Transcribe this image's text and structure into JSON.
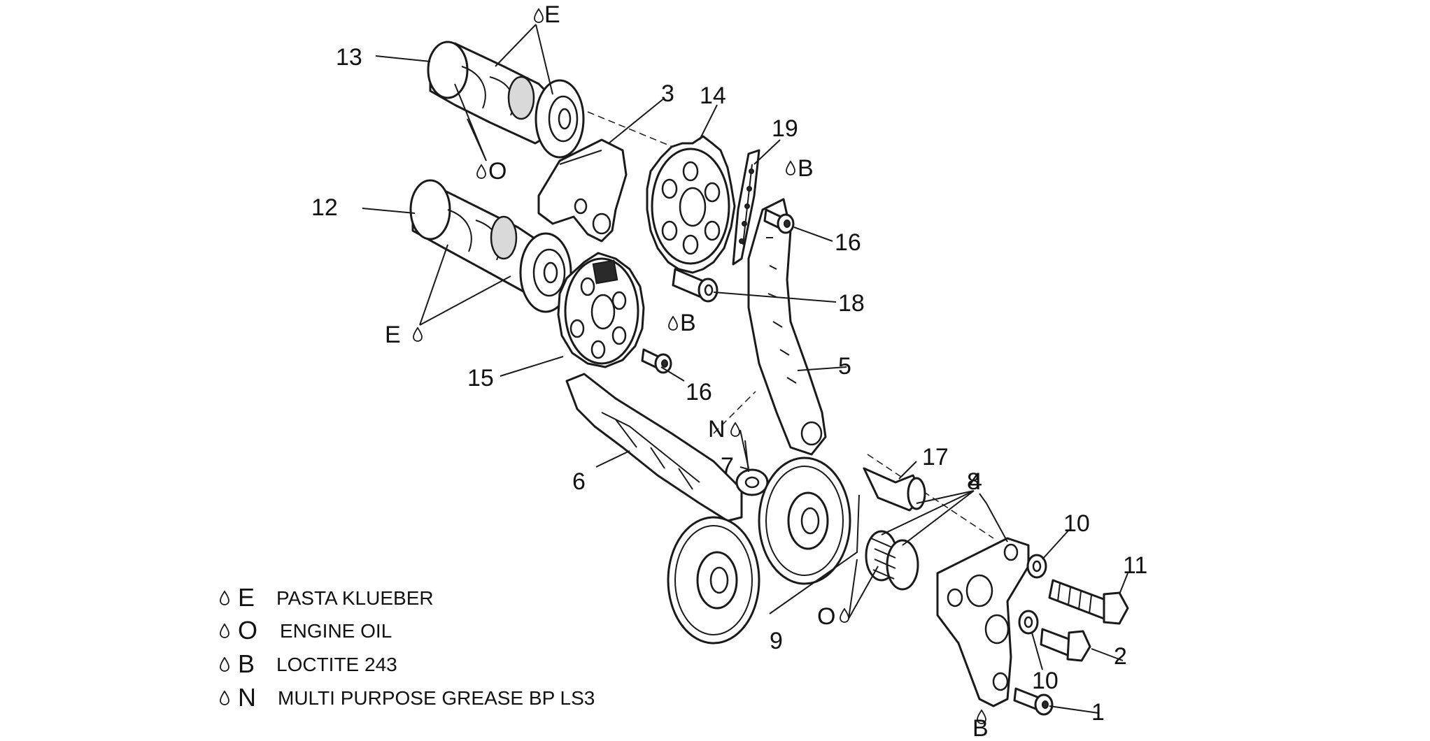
{
  "labels": {
    "p1": "1",
    "p2": "2",
    "p3": "3",
    "p4": "4",
    "p5": "5",
    "p6": "6",
    "p7": "7",
    "p8": "8",
    "p9": "9",
    "p10a": "10",
    "p10b": "10",
    "p11": "11",
    "p12": "12",
    "p13": "13",
    "p14": "14",
    "p15": "15",
    "p16a": "16",
    "p16b": "16",
    "p17": "17",
    "p18": "18",
    "p19": "19"
  },
  "callouts": {
    "e_top": "E",
    "e_left": "E",
    "o_cam": "O",
    "o_bearing": "O",
    "b_top": "B",
    "b_mid": "B",
    "b_bottom": "B",
    "n_washer": "N"
  },
  "legend": [
    {
      "code": "E",
      "text": "PASTA KLUEBER"
    },
    {
      "code": "O",
      "text": "ENGINE OIL"
    },
    {
      "code": "B",
      "text": "LOCTITE 243"
    },
    {
      "code": "N",
      "text": "MULTI PURPOSE GREASE BP LS3"
    }
  ]
}
